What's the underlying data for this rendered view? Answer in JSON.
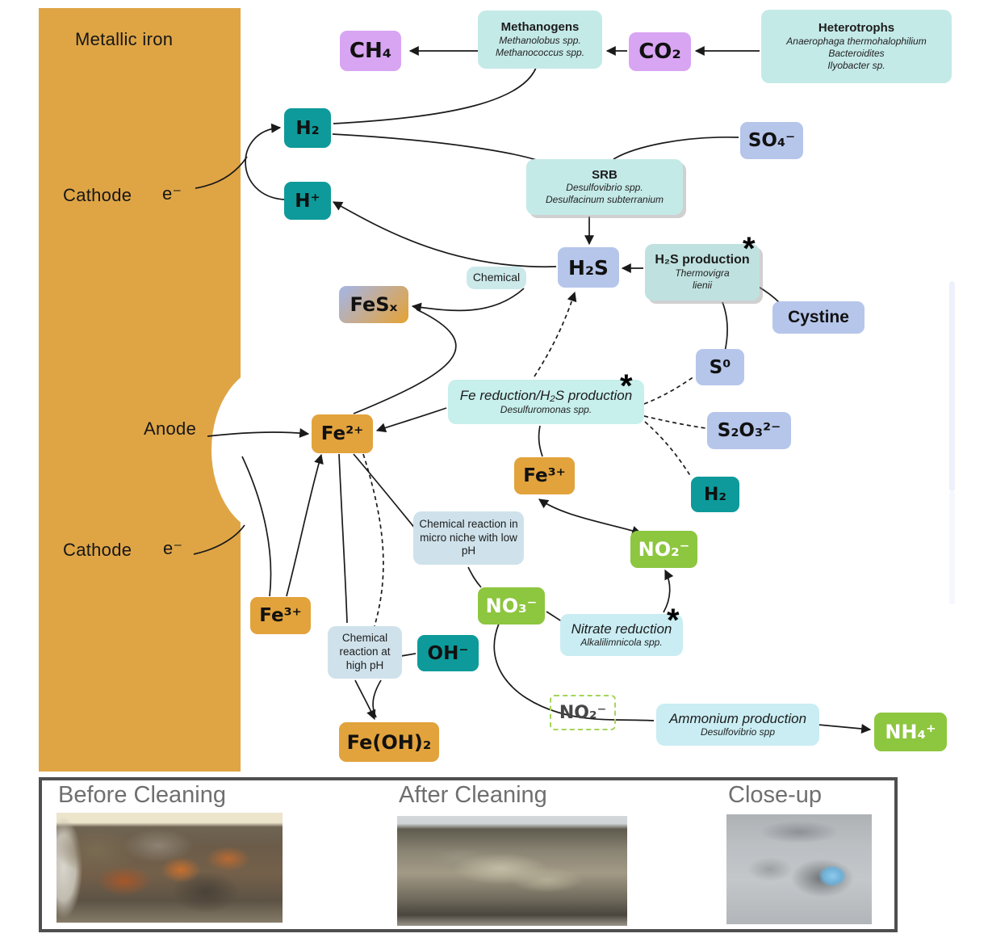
{
  "palette": {
    "iron_bar_orange": "#dfa545",
    "orange_node": "#e2a33c",
    "teal_node": "#0e9a9a",
    "purple_node": "#d8a5f3",
    "lavender_node": "#b6c5ea",
    "green_node": "#8dc63f",
    "organism_cyan": "#c4eae8",
    "chem_reaction_blue": "#cfe2eb",
    "arrow_black": "#1a1a1a",
    "panel_border_gray": "#4f4f4f"
  },
  "electrode": {
    "bar_label": "Metallic iron",
    "cathode_top": "Cathode",
    "electron_top": "e⁻",
    "anode": "Anode",
    "cathode_bottom": "Cathode",
    "electron_bottom": "e⁻"
  },
  "nodes": {
    "ch4": "CH₄",
    "co2": "CO₂",
    "h2_top": "H₂",
    "h_plus": "H⁺",
    "so4": "SO₄⁻",
    "h2s": "H₂S",
    "cystine": "Cystine",
    "fesx": "FeSₓ",
    "s0": "S⁰",
    "s2o3": "S₂O₃²⁻",
    "fe2": "Fe²⁺",
    "fe3_mid": "Fe³⁺",
    "h2_lower": "H₂",
    "no2": "NO₂⁻",
    "no3": "NO₃⁻",
    "oh": "OH⁻",
    "fe3_left": "Fe³⁺",
    "feoh2": "Fe(OH)₂",
    "no2_dashed": "NO₂⁻",
    "nh4": "NH₄⁺"
  },
  "organisms": {
    "methanogens": {
      "title": "Methanogens",
      "species": [
        "Methanolobus spp.",
        "Methanococcus spp."
      ]
    },
    "heterotrophs": {
      "title": "Heterotrophs",
      "species": [
        "Anaerophaga thermohalophilium",
        "Bacteroidites",
        "Ilyobacter sp."
      ]
    },
    "srb": {
      "title": "SRB",
      "species": [
        "Desulfovibrio spp.",
        "Desulfacinum subterranium"
      ]
    },
    "h2s_production": {
      "title": "H₂S production",
      "species": [
        "Thermovigra",
        "lienii"
      ]
    },
    "fe_reduction": {
      "title": "Fe reduction/H₂S production",
      "species": [
        "Desulfuromonas spp."
      ]
    },
    "nitrate_reduction": {
      "title": "Nitrate reduction",
      "species": [
        "Alkalilimnicola spp."
      ]
    },
    "ammonium_production": {
      "title": "Ammonium production",
      "species": [
        "Desulfovibrio spp"
      ]
    }
  },
  "process_labels": {
    "chemical": "Chemical",
    "micro_niche": "Chemical reaction in micro niche with low pH",
    "high_ph": "Chemical reaction at high pH",
    "asterisk": "*"
  },
  "bottom_panel": {
    "before_label": "Before Cleaning",
    "after_label": "After Cleaning",
    "closeup_label": "Close-up"
  }
}
